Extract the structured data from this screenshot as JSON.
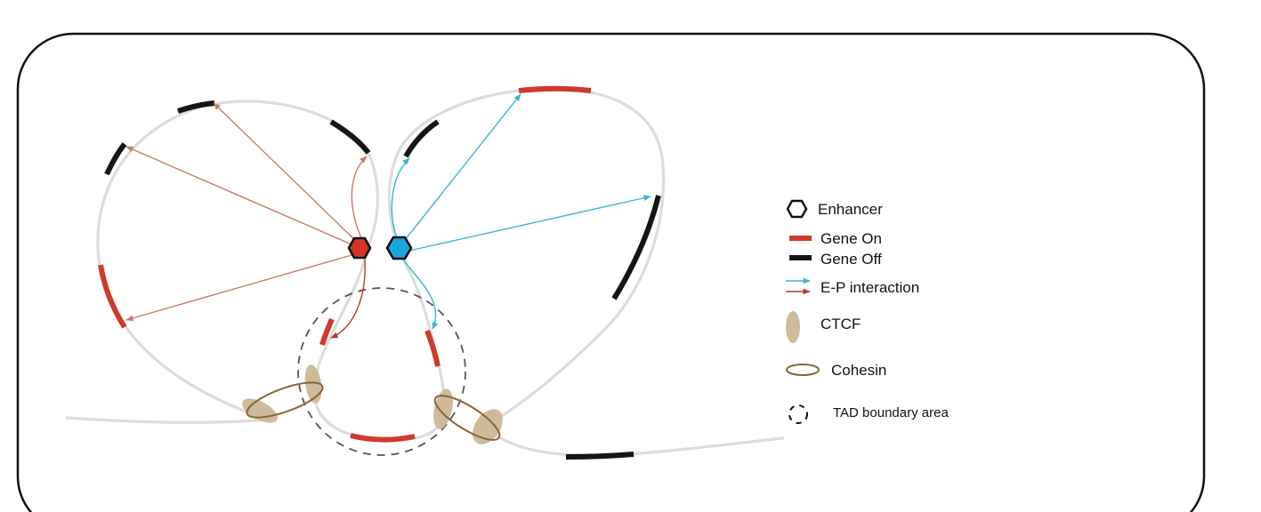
{
  "legend": {
    "enhancer": "Enhancer",
    "gene_on": "Gene On",
    "gene_off": "Gene Off",
    "ep_interaction": "E-P interaction",
    "ctcf": "CTCF",
    "cohesin": "Cohesin",
    "tad_boundary": "TAD boundary area"
  },
  "colors": {
    "chromatin": "#dcdcdc",
    "gene_on": "#d03a2a",
    "gene_off": "#151515",
    "enhancer_left": "#d63428",
    "enhancer_right": "#1aa6d6",
    "arrow_left": "#c97a68",
    "arrow_left_dark": "#b83a2a",
    "arrow_right": "#3fb3d3",
    "ctcf": "#cdbb9c",
    "cohesin": "#8a6436",
    "tad_boundary": "#555555",
    "frame": "#111111"
  },
  "icons": {
    "enhancer": "hexagon-icon",
    "ctcf": "ellipse-icon",
    "cohesin": "ring-icon",
    "tad_boundary": "dashed-circle-icon"
  }
}
